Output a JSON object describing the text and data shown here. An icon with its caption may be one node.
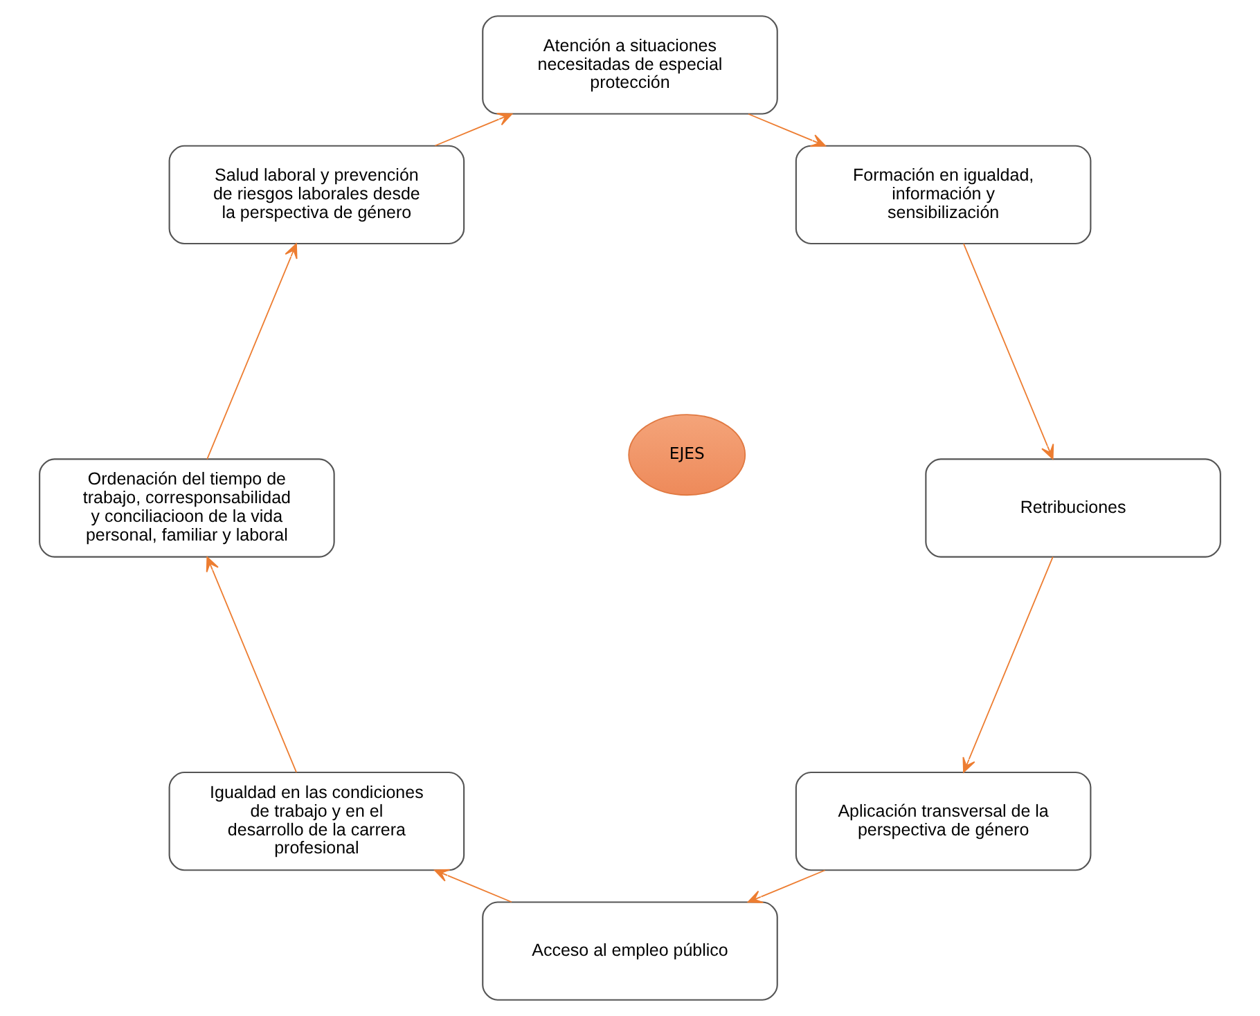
{
  "diagram": {
    "nodes": [
      {
        "text": [
          "Aplicación transversal de la perspectiva de género"
        ]
      },
      {
        "text": [
          "Acceso al empleo público"
        ]
      },
      {
        "text": [
          "Igualdad en las condiciones de trabajo y en el desarrollo de la carrera profesional"
        ]
      },
      {
        "text": [
          "Ordenación del tiempo de trabajo, corresponsabilidad y conciliacioon de la vida personal, familiar y laboral"
        ]
      },
      {
        "text": [
          "Salud laboral y prevención de riesgos laborales desde la perspectiva de género"
        ]
      },
      {
        "text": [
          "Atención a situaciones necesitadas de especial protección"
        ]
      },
      {
        "text": [
          "Formación en igualdad, información y sensibilización"
        ]
      },
      {
        "text": [
          "Retribuciones"
        ]
      },
      {
        "text": [
          "EJES"
        ]
      }
    ],
    "edges": [
      {
        "from": 0,
        "to": 1,
        "arrow": "to"
      },
      {
        "from": 1,
        "to": 2,
        "arrow": "to"
      },
      {
        "from": 2,
        "to": 3,
        "arrow": "to"
      },
      {
        "from": 3,
        "to": 4,
        "arrow": "to"
      },
      {
        "from": 4,
        "to": 5,
        "arrow": "to"
      },
      {
        "from": 5,
        "to": 6,
        "arrow": "to"
      },
      {
        "from": 6,
        "to": 7,
        "arrow": "to"
      },
      {
        "from": 7,
        "to": 0,
        "arrow": "to"
      }
    ]
  }
}
